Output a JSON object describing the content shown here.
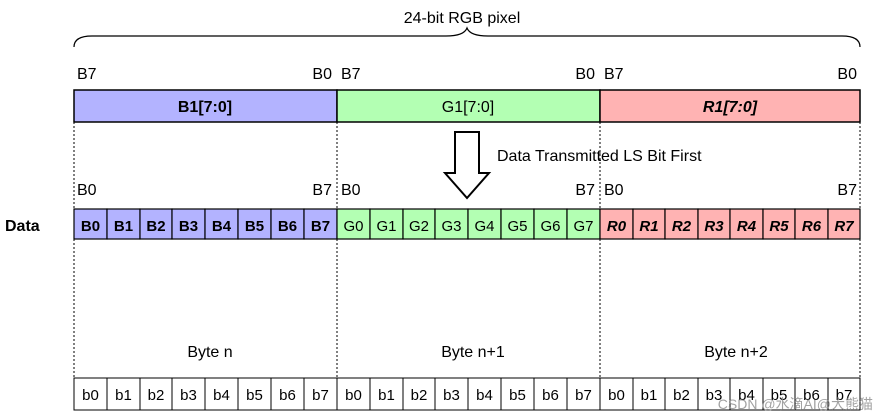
{
  "title": "24-bit RGB pixel",
  "top_labels": {
    "b_left": "B7",
    "b_right": "B0",
    "g_left": "B7",
    "g_right": "B0",
    "r_left": "B7",
    "r_right": "B0"
  },
  "bytes": {
    "blue": "B1[7:0]",
    "green": "G1[7:0]",
    "red": "R1[7:0]"
  },
  "transmit_note": "Data Transmitted LS Bit First",
  "mid_labels": {
    "b_left": "B0",
    "b_right": "B7",
    "g_left": "B0",
    "g_right": "B7",
    "r_left": "B0",
    "r_right": "B7"
  },
  "row_label": "Data",
  "bits": {
    "blue": [
      "B0",
      "B1",
      "B2",
      "B3",
      "B4",
      "B5",
      "B6",
      "B7"
    ],
    "green": [
      "G0",
      "G1",
      "G2",
      "G3",
      "G4",
      "G5",
      "G6",
      "G7"
    ],
    "red": [
      "R0",
      "R1",
      "R2",
      "R3",
      "R4",
      "R5",
      "R6",
      "R7"
    ]
  },
  "byte_labels": [
    "Byte n",
    "Byte n+1",
    "Byte n+2"
  ],
  "bottom_bits": [
    "b0",
    "b1",
    "b2",
    "b3",
    "b4",
    "b5",
    "b6",
    "b7",
    "b0",
    "b1",
    "b2",
    "b3",
    "b4",
    "b5",
    "b6",
    "b7",
    "b0",
    "b1",
    "b2",
    "b3",
    "b4",
    "b5",
    "b6",
    "b7"
  ],
  "watermark": "CSDN @水滴AI@大熊猫",
  "colors": {
    "blue": "#b3b3ff",
    "green": "#b3ffb3",
    "red": "#ffb3b3"
  }
}
